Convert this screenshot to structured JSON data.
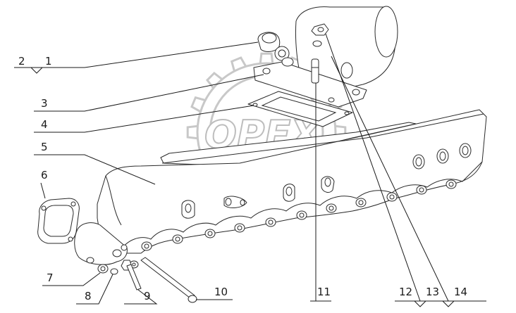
{
  "labels": {
    "l1": "1",
    "l2": "2",
    "l3": "3",
    "l4": "4",
    "l5": "5",
    "l6": "6",
    "l7": "7",
    "l8": "8",
    "l9": "9",
    "l10": "10",
    "l11": "11",
    "l12": "12",
    "l13": "13",
    "l14": "14"
  },
  "watermark": {
    "text": "OPEX",
    "color": "#c8c8c8"
  },
  "colors": {
    "line": "#1a1a1a",
    "background": "#ffffff"
  }
}
